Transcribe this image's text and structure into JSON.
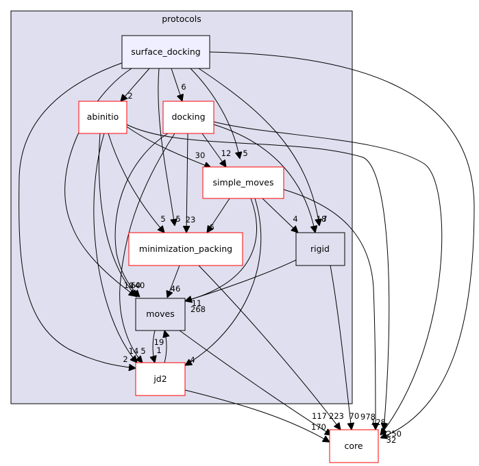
{
  "cluster": {
    "label": "protocols"
  },
  "nodes": {
    "surface_docking": {
      "label": "surface_docking"
    },
    "abinitio": {
      "label": "abinitio"
    },
    "docking": {
      "label": "docking"
    },
    "simple_moves": {
      "label": "simple_moves"
    },
    "minimization_packing": {
      "label": "minimization_packing"
    },
    "rigid": {
      "label": "rigid"
    },
    "moves": {
      "label": "moves"
    },
    "jd2": {
      "label": "jd2"
    },
    "core": {
      "label": "core"
    }
  },
  "edges": [
    {
      "from": "surface_docking",
      "to": "abinitio",
      "label": "2"
    },
    {
      "from": "surface_docking",
      "to": "docking",
      "label": "6"
    },
    {
      "from": "surface_docking",
      "to": "simple_moves",
      "label": "5"
    },
    {
      "from": "surface_docking",
      "to": "minimization_packing",
      "label": "5"
    },
    {
      "from": "surface_docking",
      "to": "rigid",
      "label": "7"
    },
    {
      "from": "surface_docking",
      "to": "moves",
      "label": "10"
    },
    {
      "from": "surface_docking",
      "to": "jd2",
      "label": "2"
    },
    {
      "from": "surface_docking",
      "to": "core",
      "label": "32"
    },
    {
      "from": "abinitio",
      "to": "simple_moves",
      "label": "30"
    },
    {
      "from": "abinitio",
      "to": "minimization_packing",
      "label": "5"
    },
    {
      "from": "abinitio",
      "to": "moves",
      "label": "60"
    },
    {
      "from": "abinitio",
      "to": "jd2",
      "label": "14"
    },
    {
      "from": "abinitio",
      "to": "core",
      "label": "128"
    },
    {
      "from": "docking",
      "to": "simple_moves",
      "label": "12"
    },
    {
      "from": "docking",
      "to": "minimization_packing",
      "label": "23"
    },
    {
      "from": "docking",
      "to": "rigid",
      "label": "18"
    },
    {
      "from": "docking",
      "to": "moves",
      "label": "40"
    },
    {
      "from": "docking",
      "to": "jd2",
      "label": "5"
    },
    {
      "from": "docking",
      "to": "core",
      "label": "250"
    },
    {
      "from": "simple_moves",
      "to": "minimization_packing",
      "label": "6"
    },
    {
      "from": "simple_moves",
      "to": "rigid",
      "label": "4"
    },
    {
      "from": "simple_moves",
      "to": "moves",
      "label": "268"
    },
    {
      "from": "simple_moves",
      "to": "jd2",
      "label": "4"
    },
    {
      "from": "simple_moves",
      "to": "core",
      "label": "978"
    },
    {
      "from": "minimization_packing",
      "to": "moves",
      "label": "46"
    },
    {
      "from": "minimization_packing",
      "to": "core",
      "label": "223"
    },
    {
      "from": "rigid",
      "to": "moves",
      "label": "11"
    },
    {
      "from": "rigid",
      "to": "core",
      "label": "70"
    },
    {
      "from": "moves",
      "to": "jd2",
      "label": "1"
    },
    {
      "from": "moves",
      "to": "core",
      "label": "117"
    },
    {
      "from": "jd2",
      "to": "moves",
      "label": "19"
    },
    {
      "from": "jd2",
      "to": "core",
      "label": "170"
    }
  ]
}
